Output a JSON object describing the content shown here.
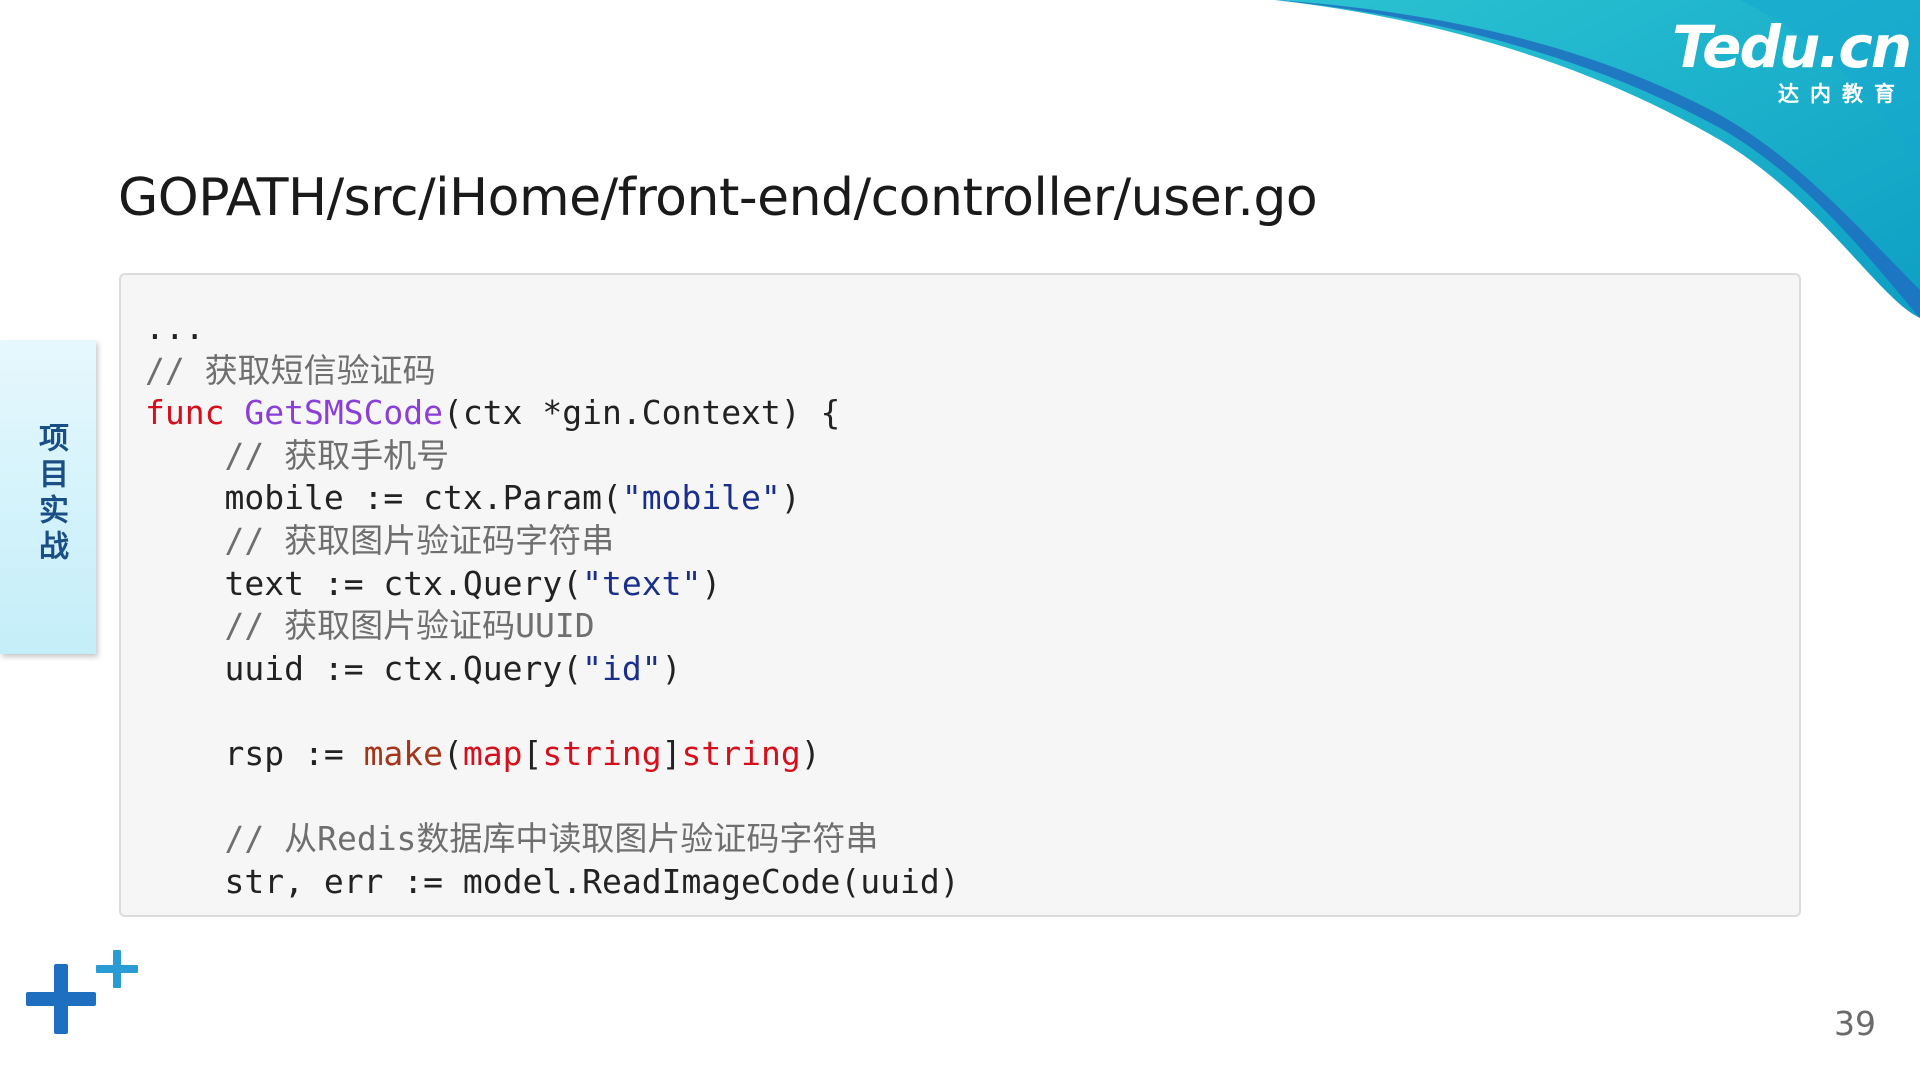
{
  "slide": {
    "logo_main": "Tedu.cn",
    "logo_sub": "达内教育",
    "title": "GOPATH/src/iHome/front-end/controller/user.go",
    "side_tab": "项目实战",
    "page_number": "39"
  },
  "code": {
    "l1": "...",
    "c1": "// 获取短信验证码",
    "func_kw": "func",
    "func_name": "GetSMSCode",
    "func_sig": "(ctx *gin.Context) {",
    "c2": "// 获取手机号",
    "mobile_pre": "mobile := ctx.Param(",
    "mobile_str": "\"mobile\"",
    "c3": "// 获取图片验证码字符串",
    "text_pre": "text := ctx.Query(",
    "text_str": "\"text\"",
    "c4": "// 获取图片验证码UUID",
    "uuid_pre": "uuid := ctx.Query(",
    "uuid_str": "\"id\"",
    "close_paren": ")",
    "rsp_pre": "rsp := ",
    "make": "make",
    "paren_open": "(",
    "map": "map",
    "bracket_open": "[",
    "string1": "string",
    "bracket_close": "]",
    "string2": "string",
    "c5": "// 从Redis数据库中读取图片验证码字符串",
    "str_line": "str, err := model.ReadImageCode(uuid)"
  },
  "colors": {
    "keyword": "#d5101c",
    "function_name": "#8a3fd6",
    "string_literal": "#1a2f8a",
    "builtin": "#a1361a",
    "comment": "#6f6f6f",
    "accent_teal": "#2bc3d2",
    "accent_blue": "#1f6fc0"
  }
}
